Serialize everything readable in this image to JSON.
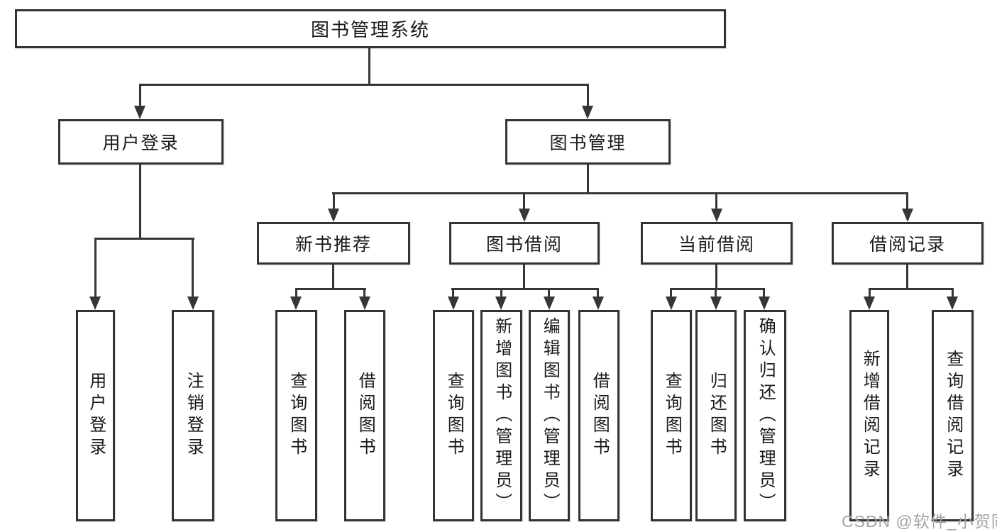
{
  "diagram": {
    "title_node": {
      "label": "图书管理系统"
    },
    "level2": [
      {
        "label": "用户登录"
      },
      {
        "label": "图书管理"
      }
    ],
    "level3": [
      {
        "label": "新书推荐"
      },
      {
        "label": "图书借阅"
      },
      {
        "label": "当前借阅"
      },
      {
        "label": "借阅记录"
      }
    ],
    "leaves": [
      {
        "label": "用户登录"
      },
      {
        "label": "注销登录"
      },
      {
        "label": "查询图书"
      },
      {
        "label": "借阅图书"
      },
      {
        "label": "查询图书"
      },
      {
        "label": "新增图书（管理员）"
      },
      {
        "label": "编辑图书（管理员）"
      },
      {
        "label": "借阅图书"
      },
      {
        "label": "查询图书"
      },
      {
        "label": "归还图书"
      },
      {
        "label": "确认归还（管理员）"
      },
      {
        "label": "新增借阅记录"
      },
      {
        "label": "查询借阅记录"
      }
    ],
    "watermark": "CSDN @软件_小贺同学",
    "colors": {
      "line": "#333333",
      "text": "#1a1a1a",
      "watermark": "#a3a3a3",
      "background": "#ffffff"
    }
  }
}
